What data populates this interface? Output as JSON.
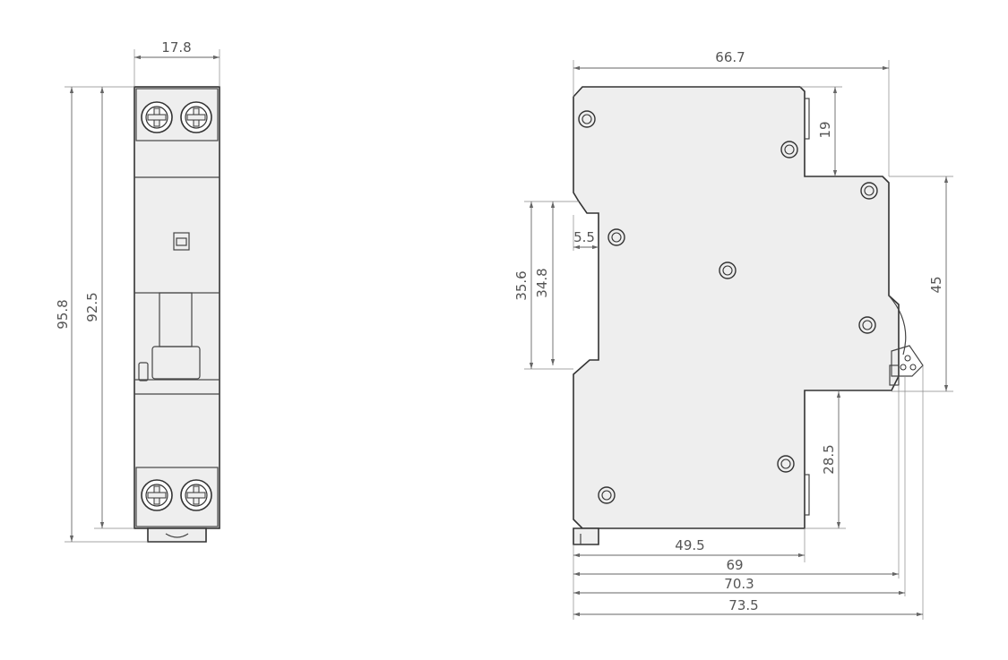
{
  "front_view": {
    "dims": {
      "width": "17.8",
      "overall_height": "95.8",
      "body_height": "92.5"
    }
  },
  "side_view": {
    "dims": {
      "top_width": "66.7",
      "top_step": "19",
      "front_face": "45",
      "rail_offset": "5.5",
      "rail_outer": "35.6",
      "rail_inner": "34.8",
      "bottom_step": "28.5",
      "depth_body": "49.5",
      "depth_front": "69",
      "depth_toggle": "70.3",
      "depth_overall": "73.5"
    }
  }
}
